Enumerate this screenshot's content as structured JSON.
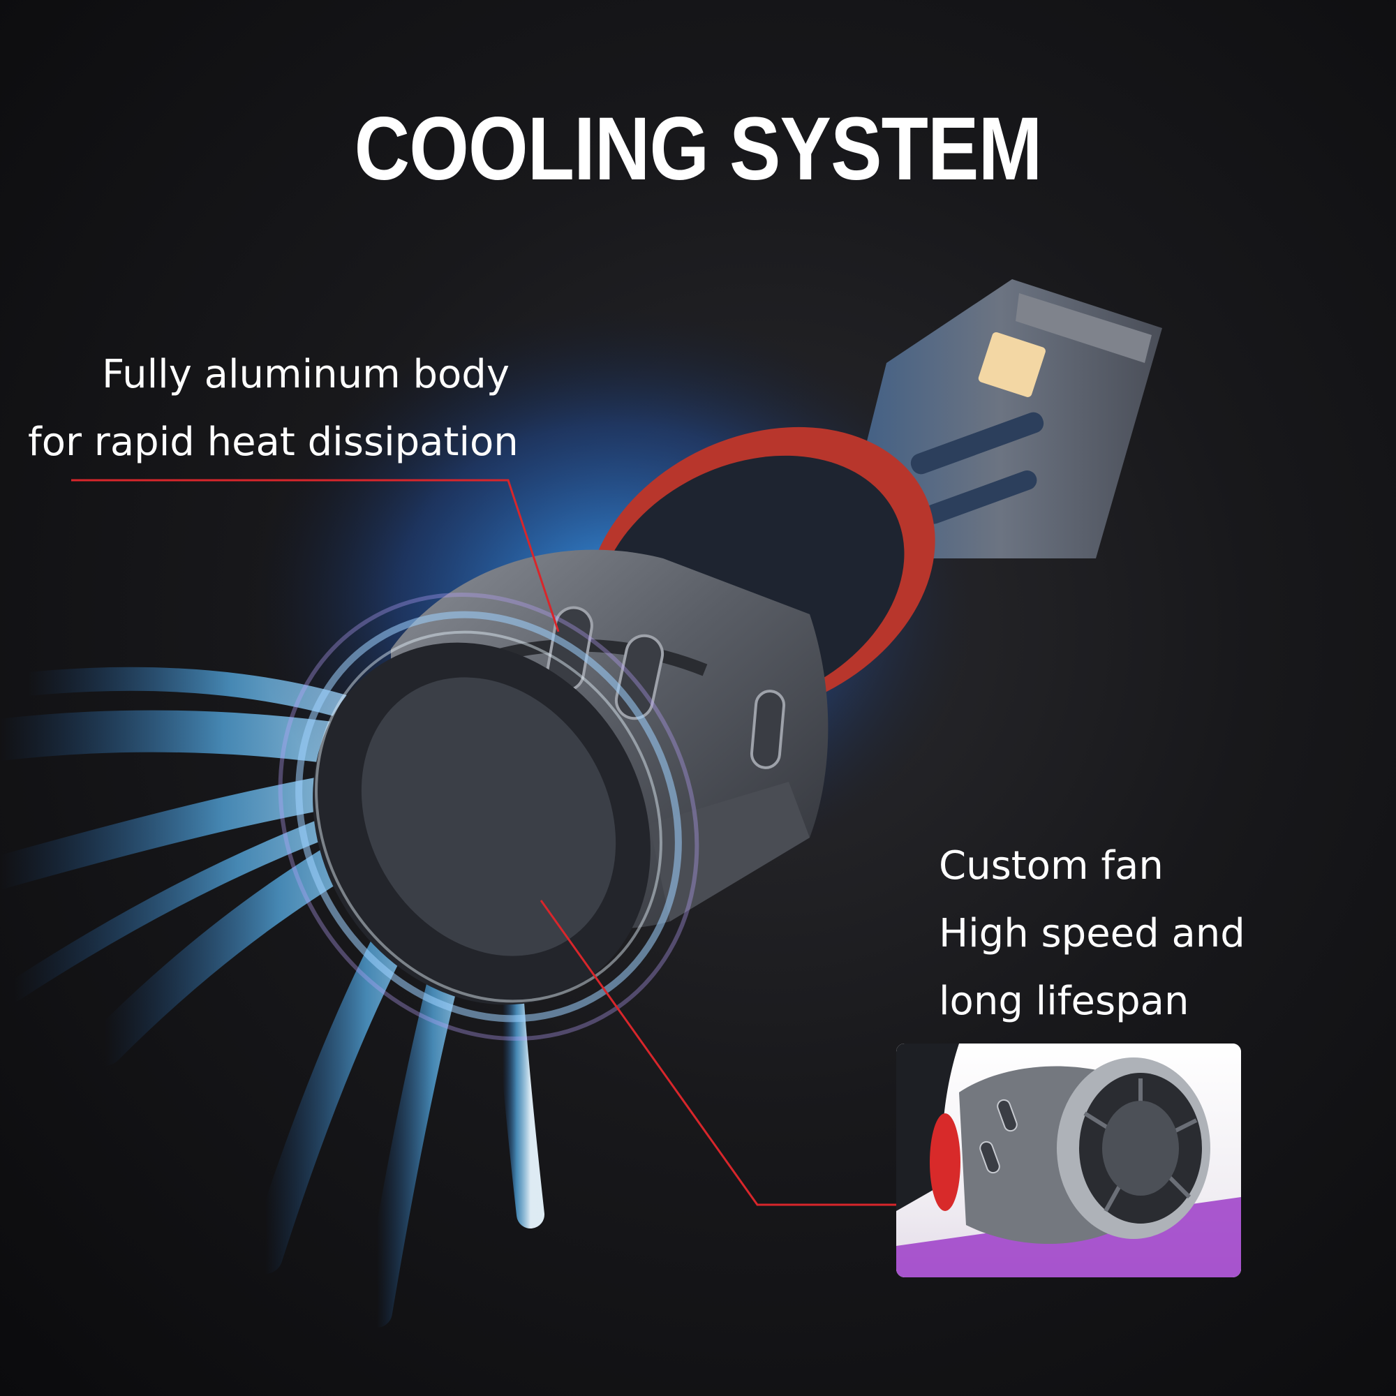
{
  "title": "COOLING SYSTEM",
  "callouts": {
    "body": {
      "line1": "Fully aluminum body",
      "line2": "for rapid heat dissipation"
    },
    "fan": {
      "line1": "Custom fan",
      "line2": "High speed and",
      "line3": "long lifespan"
    }
  },
  "colors": {
    "background": "#121214",
    "leader_line": "#d8262b",
    "airflow": "#59b8f5",
    "seal_ring": "#b8362c",
    "body_metal": "#6a6e76",
    "inset_accent": "#9c3cc8"
  }
}
